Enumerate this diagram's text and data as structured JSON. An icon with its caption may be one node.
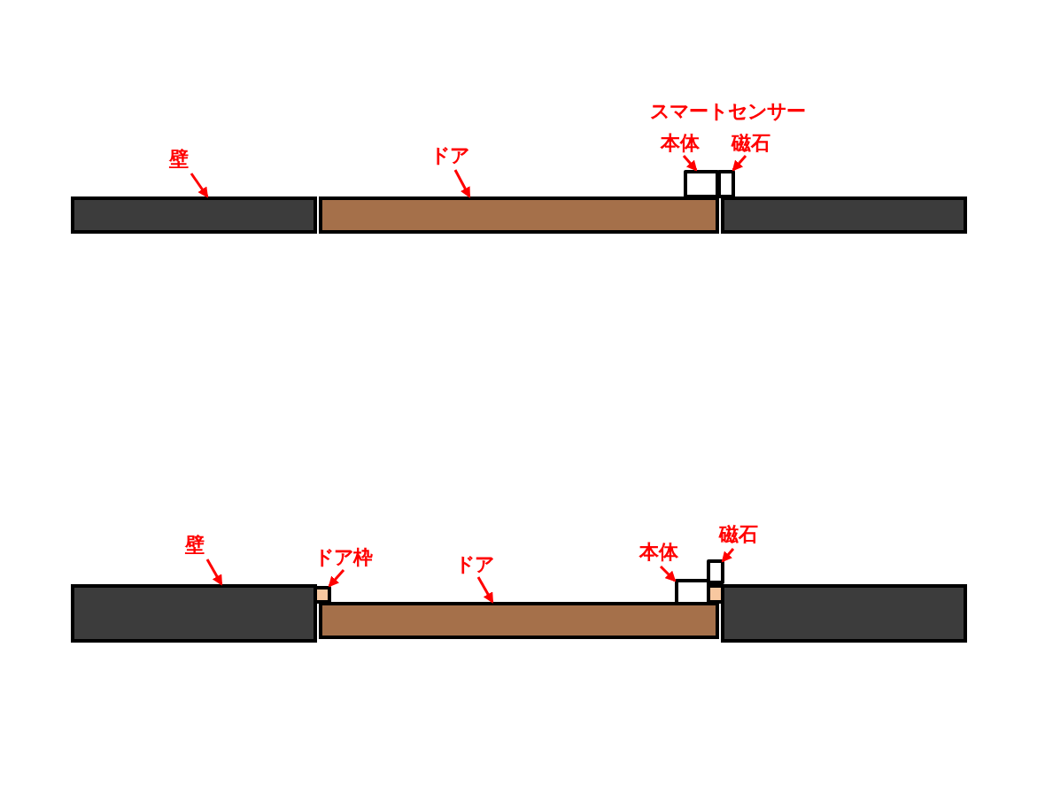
{
  "diagram": {
    "nodes": [
      {
        "text": [
          "壁"
        ]
      },
      {
        "text": [],
        "shape": "bar"
      },
      {
        "text": [
          "ドア"
        ]
      },
      {
        "text": [],
        "shape": "bar"
      },
      {
        "text": [
          "本体"
        ]
      },
      {
        "text": [],
        "shape": "box"
      },
      {
        "text": [
          "磁石"
        ]
      },
      {
        "text": [],
        "shape": "box"
      },
      {
        "text": [
          "壁"
        ]
      },
      {
        "text": [],
        "shape": "bar"
      },
      {
        "text": [
          "ドア枠"
        ]
      },
      {
        "text": [],
        "shape": "box"
      },
      {
        "text": [
          "ドア"
        ]
      },
      {
        "text": [],
        "shape": "bar"
      },
      {
        "text": [
          "本体"
        ]
      },
      {
        "text": [],
        "shape": "box"
      },
      {
        "text": [
          "磁石"
        ]
      },
      {
        "text": [],
        "shape": "box"
      },
      {
        "text": [],
        "shape": "bar"
      },
      {
        "text": [],
        "shape": "bar"
      },
      {
        "text": [],
        "shape": "box"
      }
    ],
    "edges": [
      {
        "from": 0,
        "to": 1,
        "arrow": "to"
      },
      {
        "from": 2,
        "to": 3,
        "arrow": "to"
      },
      {
        "from": 4,
        "to": 5,
        "arrow": "to"
      },
      {
        "from": 6,
        "to": 7,
        "arrow": "to"
      },
      {
        "from": 8,
        "to": 9,
        "arrow": "to"
      },
      {
        "from": 10,
        "to": 11,
        "arrow": "to"
      },
      {
        "from": 12,
        "to": 13,
        "arrow": "to"
      },
      {
        "from": 14,
        "to": 15,
        "arrow": "to"
      },
      {
        "from": 16,
        "to": 17,
        "arrow": "to"
      }
    ],
    "labels": [
      "スマートセンサー"
    ]
  }
}
